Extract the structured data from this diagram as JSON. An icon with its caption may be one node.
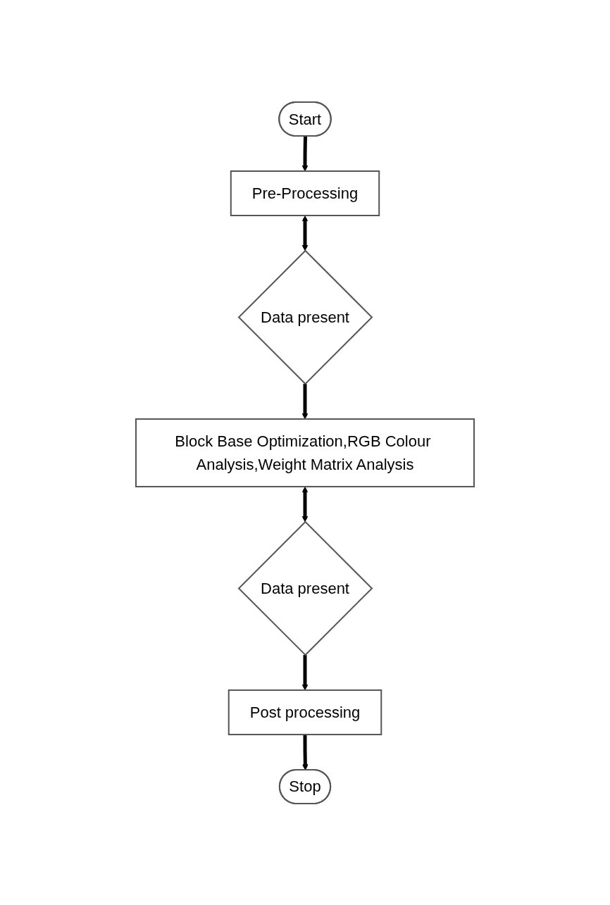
{
  "diagram": {
    "nodes": [
      {
        "text": [
          "Start"
        ]
      },
      {
        "text": [
          "Pre-Processing"
        ]
      },
      {
        "text": [
          "Data present"
        ]
      },
      {
        "text": [
          "Block Base Optimization,RGB Colour Analysis,Weight Matrix Analysis"
        ]
      },
      {
        "text": [
          "Data present"
        ]
      },
      {
        "text": [
          "Post processing"
        ]
      },
      {
        "text": [
          "Stop"
        ]
      }
    ],
    "edges": [
      {
        "from": 0,
        "to": 1,
        "arrow": "to"
      },
      {
        "from": 1,
        "to": 2,
        "arrow": "both"
      },
      {
        "from": 2,
        "to": 3,
        "arrow": "to"
      },
      {
        "from": 3,
        "to": 4,
        "arrow": "both"
      },
      {
        "from": 4,
        "to": 5,
        "arrow": "to"
      },
      {
        "from": 5,
        "to": 6,
        "arrow": "to"
      }
    ]
  }
}
